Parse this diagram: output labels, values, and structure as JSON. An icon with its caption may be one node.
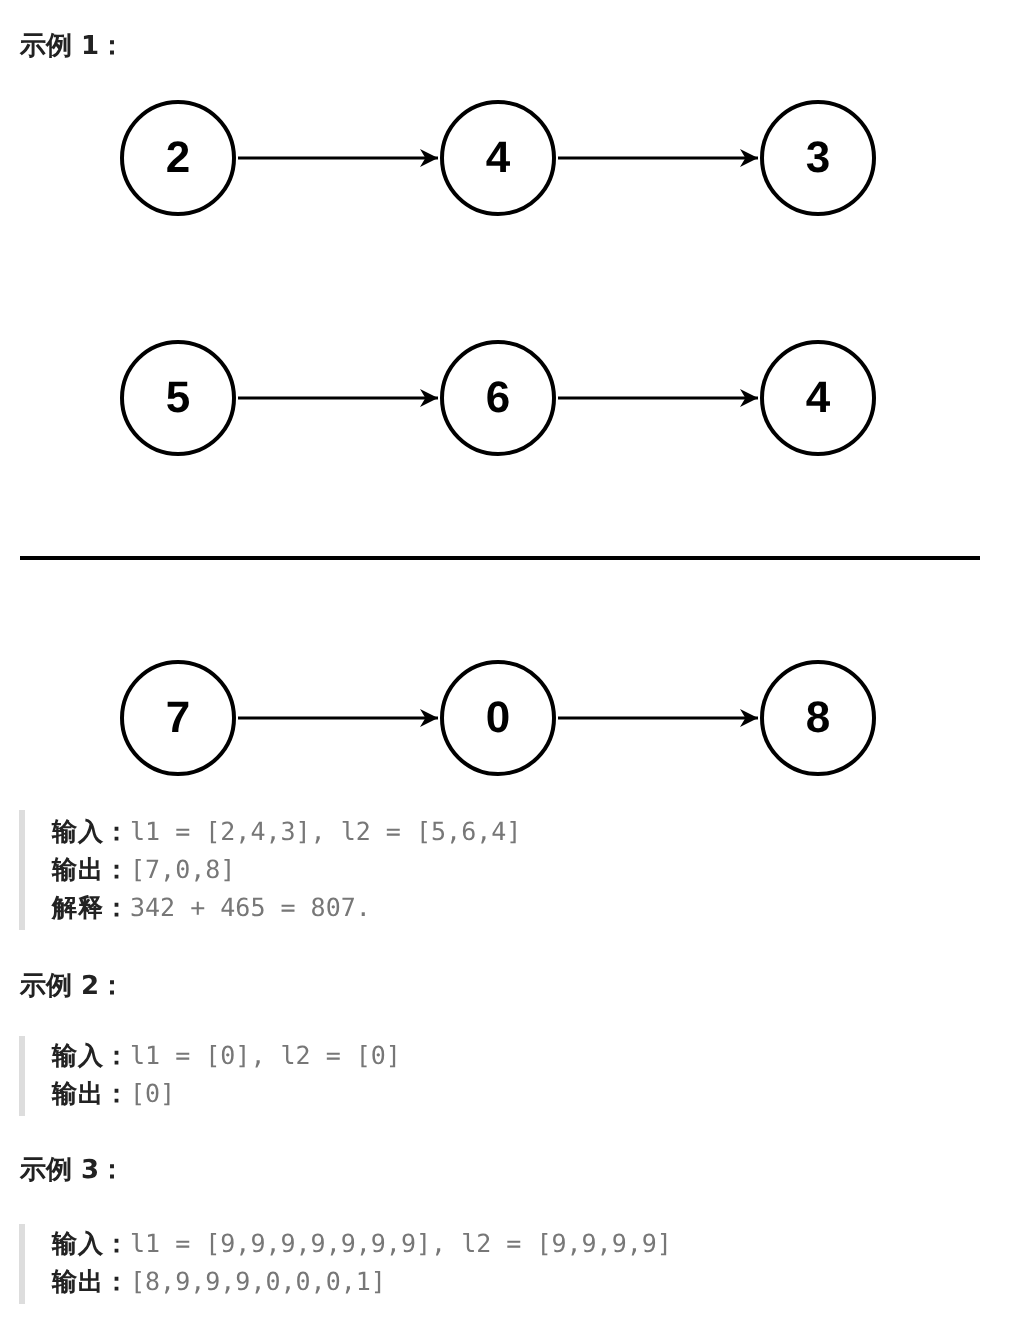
{
  "diagram": {
    "nodes": [
      {
        "text": [
          "2"
        ]
      },
      {
        "text": [
          "4"
        ]
      },
      {
        "text": [
          "3"
        ]
      },
      {
        "text": [
          "5"
        ]
      },
      {
        "text": [
          "6"
        ]
      },
      {
        "text": [
          "4"
        ]
      },
      {
        "text": [
          "7"
        ]
      },
      {
        "text": [
          "0"
        ]
      },
      {
        "text": [
          "8"
        ]
      }
    ],
    "edges": [
      {
        "from": 0,
        "to": 1,
        "arrow": "to"
      },
      {
        "from": 1,
        "to": 2,
        "arrow": "to"
      },
      {
        "from": 3,
        "to": 4,
        "arrow": "to"
      },
      {
        "from": 4,
        "to": 5,
        "arrow": "to"
      },
      {
        "from": 6,
        "to": 7,
        "arrow": "to"
      },
      {
        "from": 7,
        "to": 8,
        "arrow": "to"
      }
    ],
    "labels": [
      "示例 1：",
      "**输入：**l1 = [2,4,3], l2 = [5,6,4]",
      "**输出：**[7,0,8]",
      "**解释：**342 + 465 = 807.",
      "示例 2：",
      "**输入：**l1 = [0], l2 = [0]",
      "**输出：**[0]",
      "示例 3：",
      "**输入：**l1 = [9,9,9,9,9,9,9], l2 = [9,9,9,9]",
      "**输出：**[8,9,9,9,0,0,0,1]"
    ]
  }
}
